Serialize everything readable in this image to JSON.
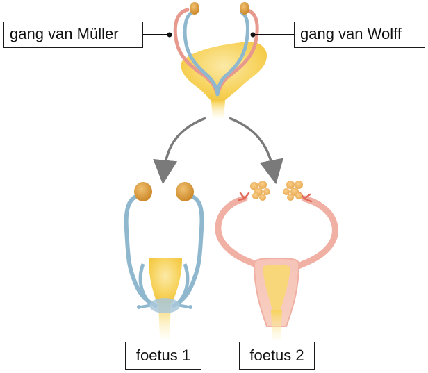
{
  "labels": {
    "muller_duct": "gang van Müller",
    "wolff_duct": "gang van Wolff",
    "fetus_1": "foetus 1",
    "fetus_2": "foetus 2"
  },
  "colors": {
    "mullerian_duct": "#e8998e",
    "wolffian_duct": "#8fb8cf",
    "urogenital_yellow": "#f7d25a",
    "gonad": "#d8962e",
    "uterus_pink": "#f4b4a8",
    "arrow_gray": "#7a7a7a"
  }
}
